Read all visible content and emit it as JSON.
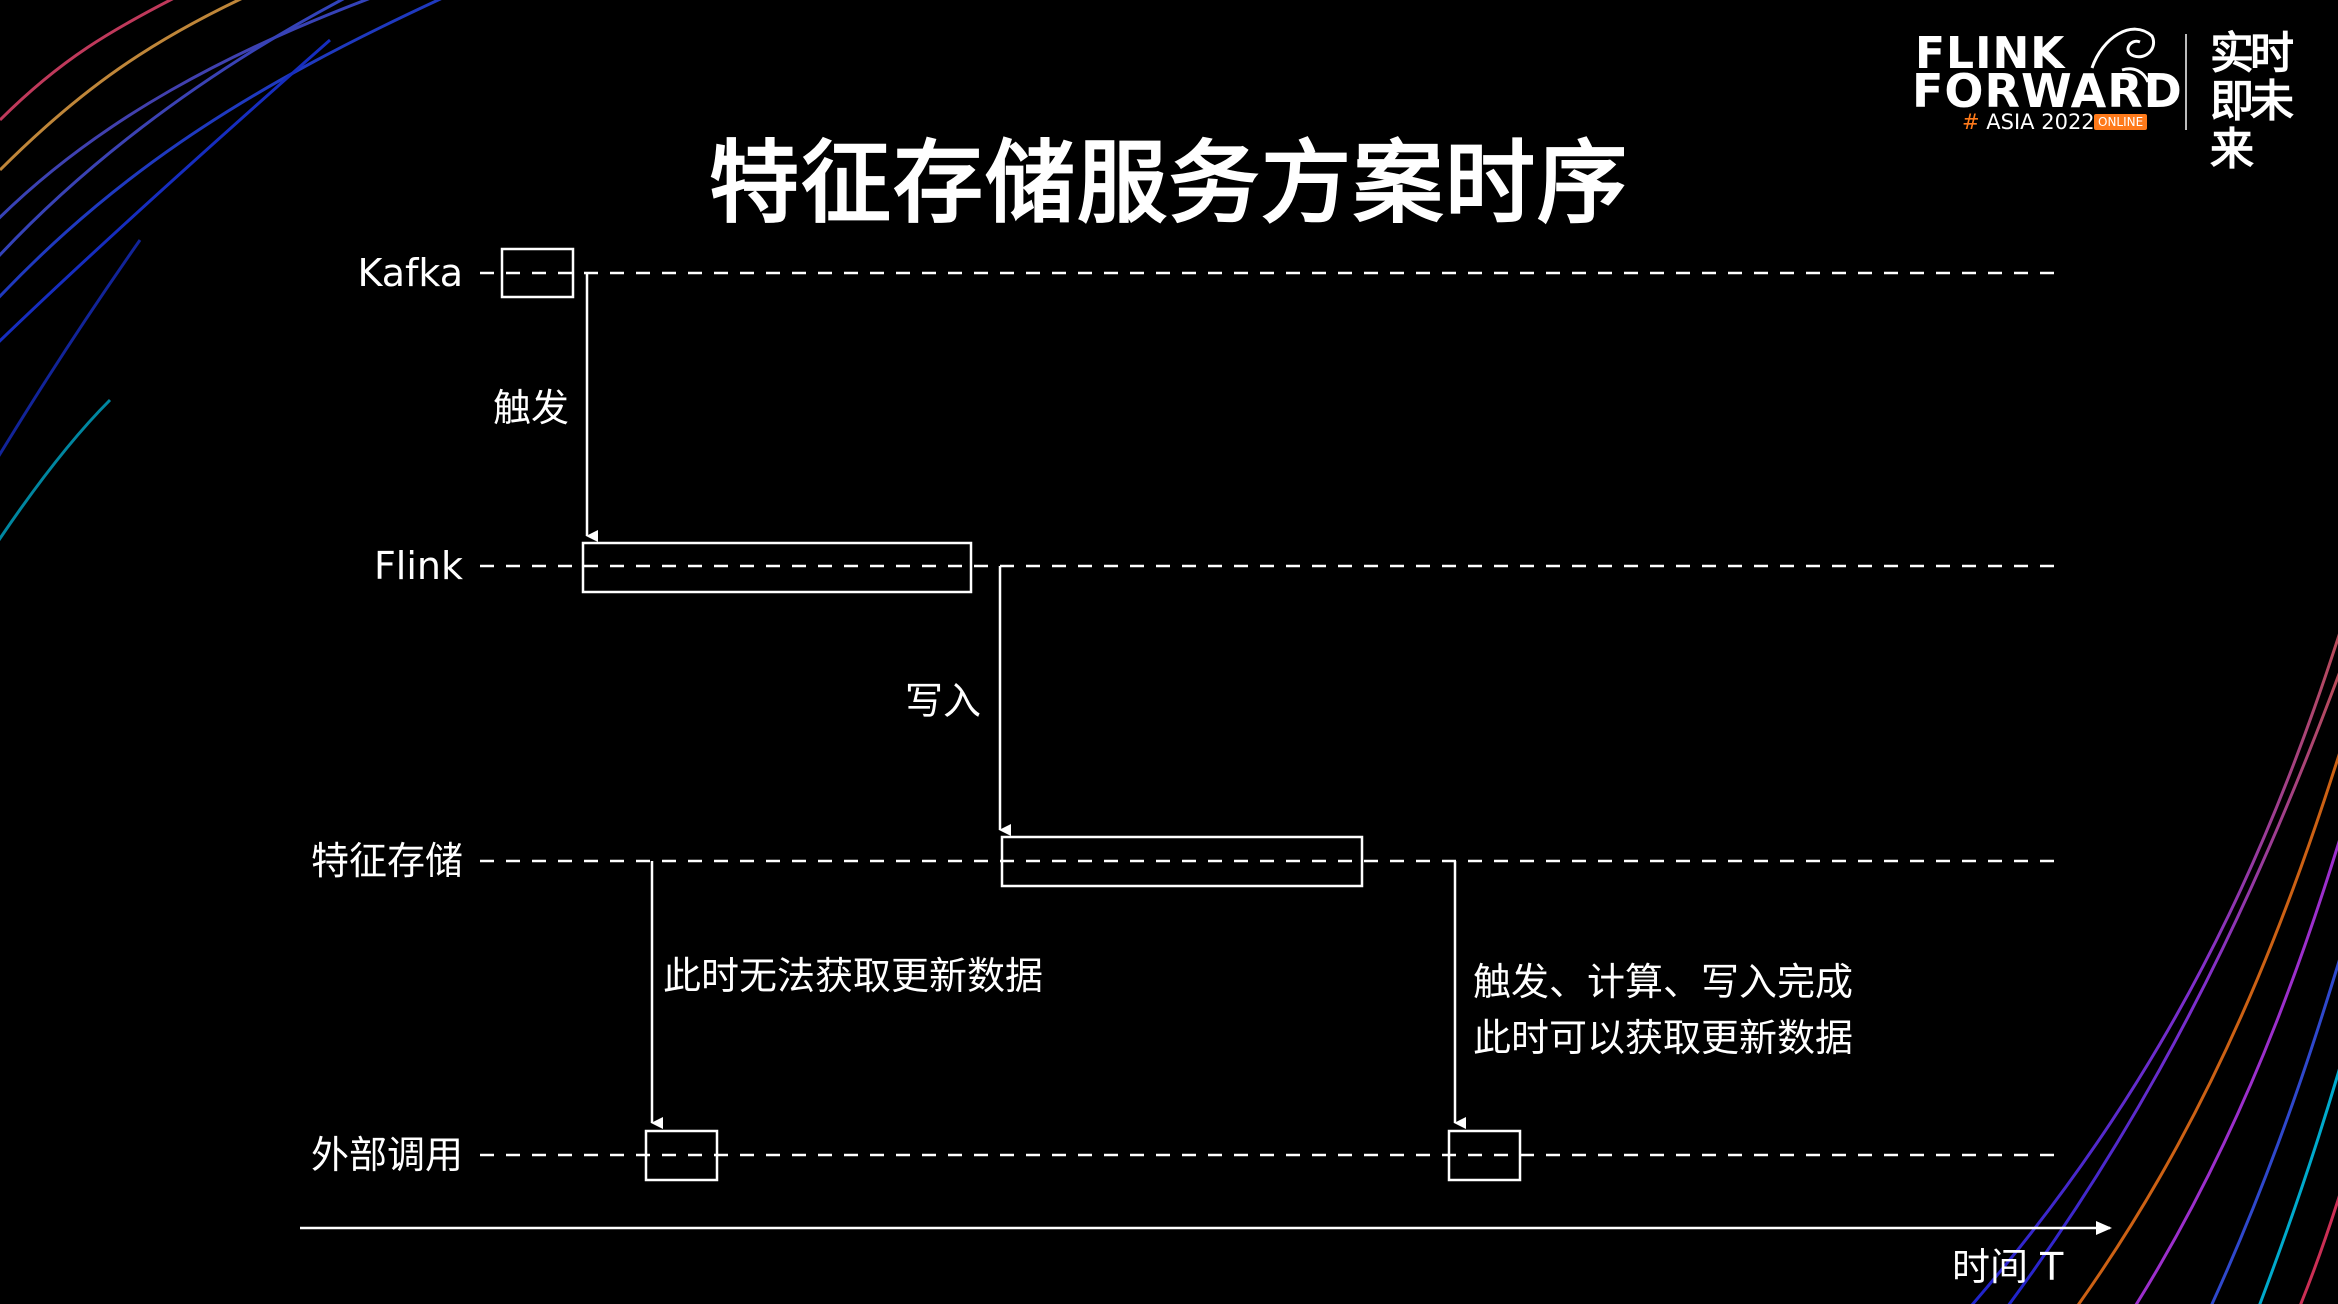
{
  "slide": {
    "title": "特征存储服务方案时序"
  },
  "logo": {
    "line1": "FLINK",
    "line2": "FORWARD",
    "hash": "#",
    "event": "ASIA 2022",
    "badge": "ONLINE",
    "slogan": "实时即未来"
  },
  "lanes": {
    "kafka": "Kafka",
    "flink": "Flink",
    "feature_store": "特征存储",
    "external_call": "外部调用"
  },
  "arrows": {
    "trigger": "触发",
    "write": "写入",
    "not_available": "此时无法获取更新数据",
    "done_line1": "触发、计算、写入完成",
    "done_line2": "此时可以获取更新数据"
  },
  "axis": {
    "label": "时间 T"
  },
  "colors": {
    "background": "#000000",
    "foreground": "#ffffff",
    "accent": "#ff7a1a"
  }
}
